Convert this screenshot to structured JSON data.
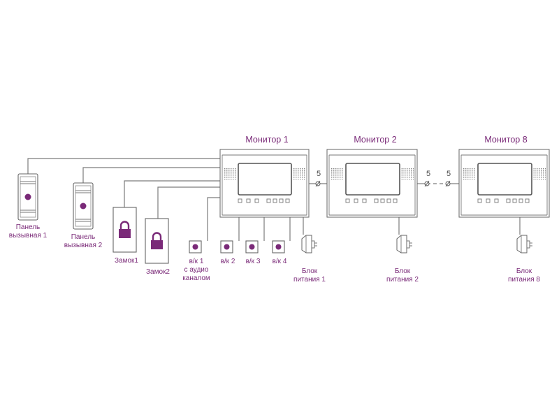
{
  "colors": {
    "accent": "#7a2a78",
    "line": "#7c7c7c",
    "label": "#7a2a78"
  },
  "monitors": [
    {
      "title": "Монитор 1"
    },
    {
      "title": "Монитор 2"
    },
    {
      "title": "Монитор 8"
    }
  ],
  "panels": [
    {
      "line1": "Панель",
      "line2": "вызывная 1"
    },
    {
      "line1": "Панель",
      "line2": "вызывная 2"
    }
  ],
  "locks": [
    {
      "label": "Замок1"
    },
    {
      "label": "Замок2"
    }
  ],
  "cameras": [
    {
      "line1": "в/к 1",
      "line2": "с аудио",
      "line3": "каналом"
    },
    {
      "line1": "в/к 2"
    },
    {
      "line1": "в/к 3"
    },
    {
      "line1": "в/к 4"
    }
  ],
  "power": [
    {
      "line1": "Блок",
      "line2": "питания 1"
    },
    {
      "line1": "Блок",
      "line2": "питания 2"
    },
    {
      "line1": "Блок",
      "line2": "питания 8"
    }
  ],
  "wire_counts": [
    "5",
    "5",
    "5"
  ]
}
